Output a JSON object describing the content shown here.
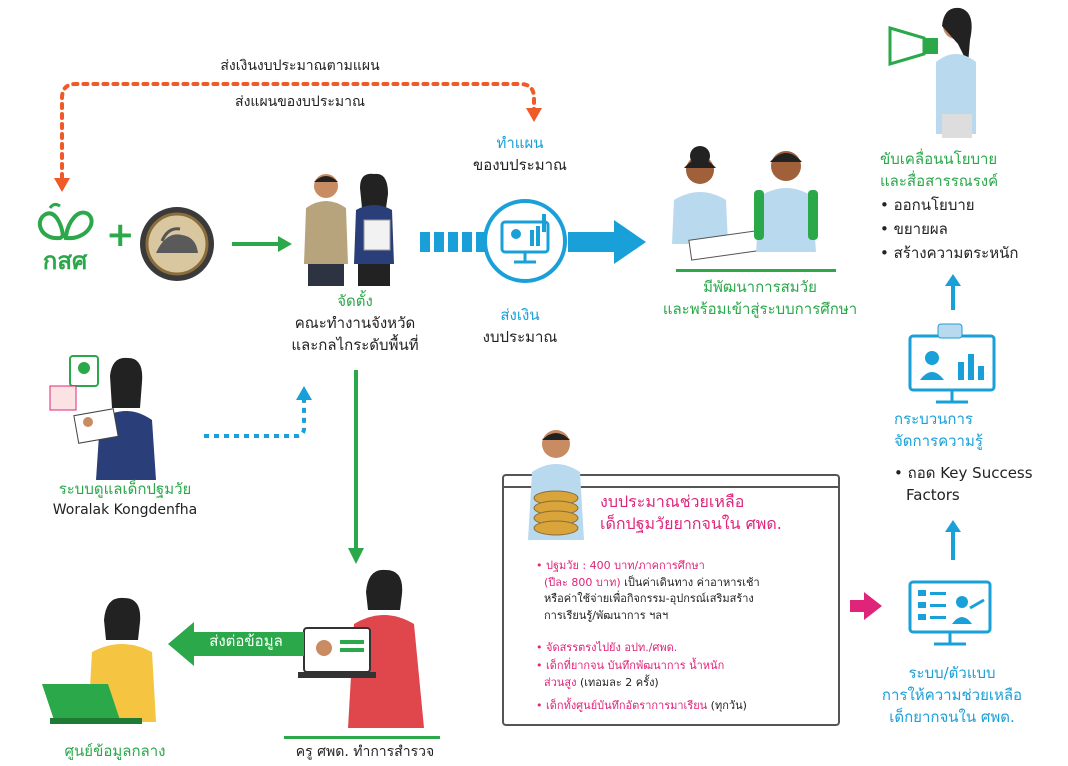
{
  "top_arrow": {
    "line1": "ส่งเงินงบประมาณตามแผน",
    "line2": "ส่งแผนของบประมาณ"
  },
  "logo": {
    "text": "กสศ"
  },
  "plan_label": {
    "line1": "ทำแผน",
    "line2": "ของบประมาณ"
  },
  "money_label": {
    "line1": "ส่งเงิน",
    "line2": "งบประมาณ"
  },
  "committee_label": {
    "line1": "จัดตั้ง",
    "line2": "คณะทำงานจังหวัด",
    "line3": "และกลไกระดับพื้นที่"
  },
  "kids_label": {
    "line1": "มีพัฒนาการสมวัย",
    "line2": "และพร้อมเข้าสู่ระบบการศึกษา"
  },
  "policy": {
    "title1": "ขับเคลื่อนนโยบาย",
    "title2": "และสื่อสารรณรงค์",
    "items": [
      "• ออกนโยบาย",
      "• ขยายผล",
      "• สร้างความตระหนัก"
    ]
  },
  "knowledge": {
    "title1": "กระบวนการ",
    "title2": "จัดการความรู้",
    "item1": "• ถอด Key Success",
    "item2": "Factors"
  },
  "care_system": {
    "label": "ระบบดูแลเด็กปฐมวัย",
    "credit": "Woralak Kongdenfha"
  },
  "budget_box": {
    "title1": "งบประมาณช่วยเหลือ",
    "title2": "เด็กปฐมวัยยากจนใน ศพด.",
    "items": [
      {
        "a": "ปฐมวัย : 400 บาท/ภาคการศึกษา",
        "b": "(ปีละ 800 บาท)",
        "c": " เป็นค่าเดินทาง ค่าอาหารเช้า",
        "d": "หรือค่าใช้จ่ายเพื่อกิจกรรม-อุปกรณ์เสริมสร้าง",
        "e": "การเรียนรู้/พัฒนาการ ฯลฯ"
      },
      {
        "a": "จัดสรรตรงไปยัง อปท./ศพด."
      },
      {
        "a": "เด็กที่ยากจน บันทึกพัฒนาการ น้ำหนัก",
        "b": "ส่วนสูง",
        "c": " (เทอมละ 2 ครั้ง)"
      },
      {
        "a": "เด็กทั้งศูนย์บันทึกอัตราการมาเรียน",
        "c": " (ทุกวัน)"
      }
    ]
  },
  "support_system": {
    "line1": "ระบบ/ตัวแบบ",
    "line2": "การให้ความช่วยเหลือ",
    "line3": "เด็กยากจนใน ศพด."
  },
  "send_data_label": "ส่งต่อข้อมูล",
  "center_label": "ศูนย์ข้อมูลกลาง",
  "teacher_label": "ครู ศพด. ทำการสำรวจ",
  "colors": {
    "green": "#2aa84a",
    "blue": "#1aa0d8",
    "pink": "#e0247a",
    "orange": "#f05a28"
  }
}
